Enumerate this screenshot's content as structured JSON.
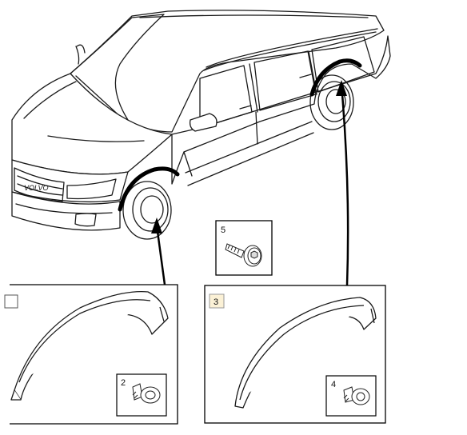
{
  "diagram": {
    "callouts": {
      "front_panel_marker": "",
      "rear_panel_marker": "3",
      "screw_number": "5",
      "front_clip_number": "2",
      "rear_clip_number": "4"
    }
  }
}
